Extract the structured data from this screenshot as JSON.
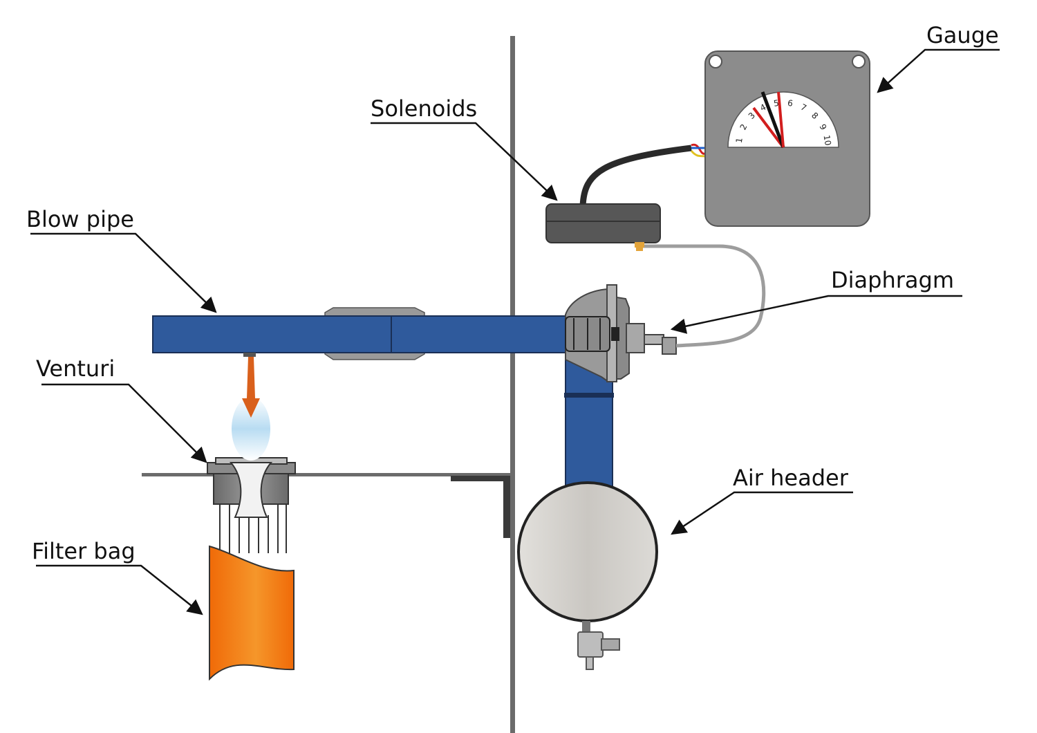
{
  "labels": {
    "gauge": "Gauge",
    "solenoids": "Solenoids",
    "blow_pipe": "Blow pipe",
    "diaphragm": "Diaphragm",
    "venturi": "Venturi",
    "air_header": "Air header",
    "filter_bag": "Filter bag"
  },
  "gauge_scale": [
    "1",
    "2",
    "3",
    "4",
    "5",
    "6",
    "7",
    "8",
    "9",
    "10"
  ],
  "colors": {
    "pipe_blue": "#2f5a9c",
    "pipe_blue_dark": "#1d3f78",
    "filter_orange": "#f47a14",
    "pulse_arrow": "#d9601c",
    "gauge_body": "#8c8c8c",
    "needle_red": "#d21e1e",
    "needle_black": "#111111",
    "metal_gray": "#9a9a9a",
    "dark_gray": "#5a5a5a"
  }
}
